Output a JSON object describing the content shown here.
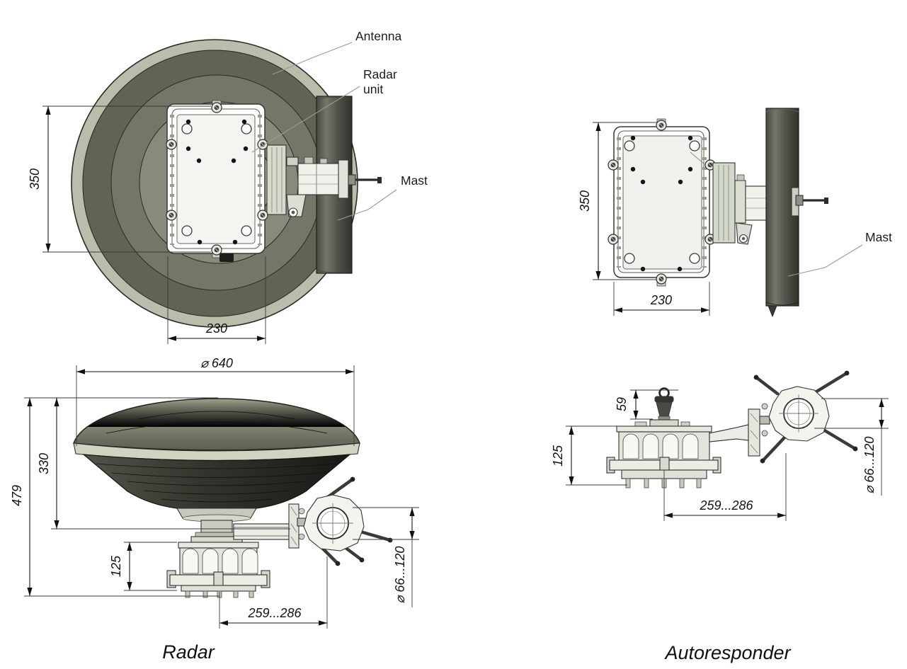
{
  "drawing": {
    "radar_top": {
      "labels": {
        "antenna": "Antenna",
        "radar_unit_line1": "Radar",
        "radar_unit_line2": "unit",
        "mast": "Mast"
      },
      "dims": {
        "height": "350",
        "width": "230"
      }
    },
    "autoresponder_top": {
      "labels": {
        "mast": "Mast"
      },
      "dims": {
        "height": "350",
        "width": "230"
      }
    },
    "radar_side": {
      "caption": "Radar",
      "dims": {
        "diameter": "⌀ 640",
        "overall_height": "479",
        "antenna_height": "330",
        "unit_height": "125",
        "axis_to_mast": "259...286",
        "mast_clamp_diameter": "⌀ 66...120"
      }
    },
    "autoresponder_side": {
      "caption": "Autoresponder",
      "dims": {
        "antenna_height": "59",
        "unit_height": "125",
        "axis_to_mast": "259...286",
        "mast_clamp_diameter": "⌀ 66...120"
      }
    }
  }
}
